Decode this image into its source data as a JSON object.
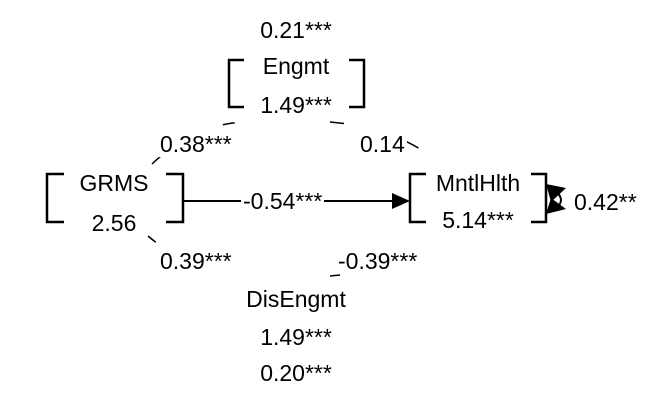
{
  "diagram": {
    "nodes": {
      "engmt": {
        "name": "Engmt",
        "intercept": "1.49***",
        "variance": "0.21***"
      },
      "grms": {
        "name": "GRMS",
        "value": "2.56"
      },
      "mntlhlth": {
        "name": "MntlHlth",
        "intercept": "5.14***",
        "residual": "0.42**"
      },
      "disengmt": {
        "name": "DisEngmt",
        "intercept": "1.49***",
        "variance": "0.20***"
      }
    },
    "paths": {
      "grms_to_engmt": "0.38***",
      "engmt_to_mntlhlth": "0.14",
      "grms_to_mntlhlth": "-0.54***",
      "grms_to_disengmt": "0.39***",
      "disengmt_to_mntlhlth": "-0.39***"
    }
  },
  "colors": {
    "ink": "#000000",
    "background": "#ffffff"
  }
}
